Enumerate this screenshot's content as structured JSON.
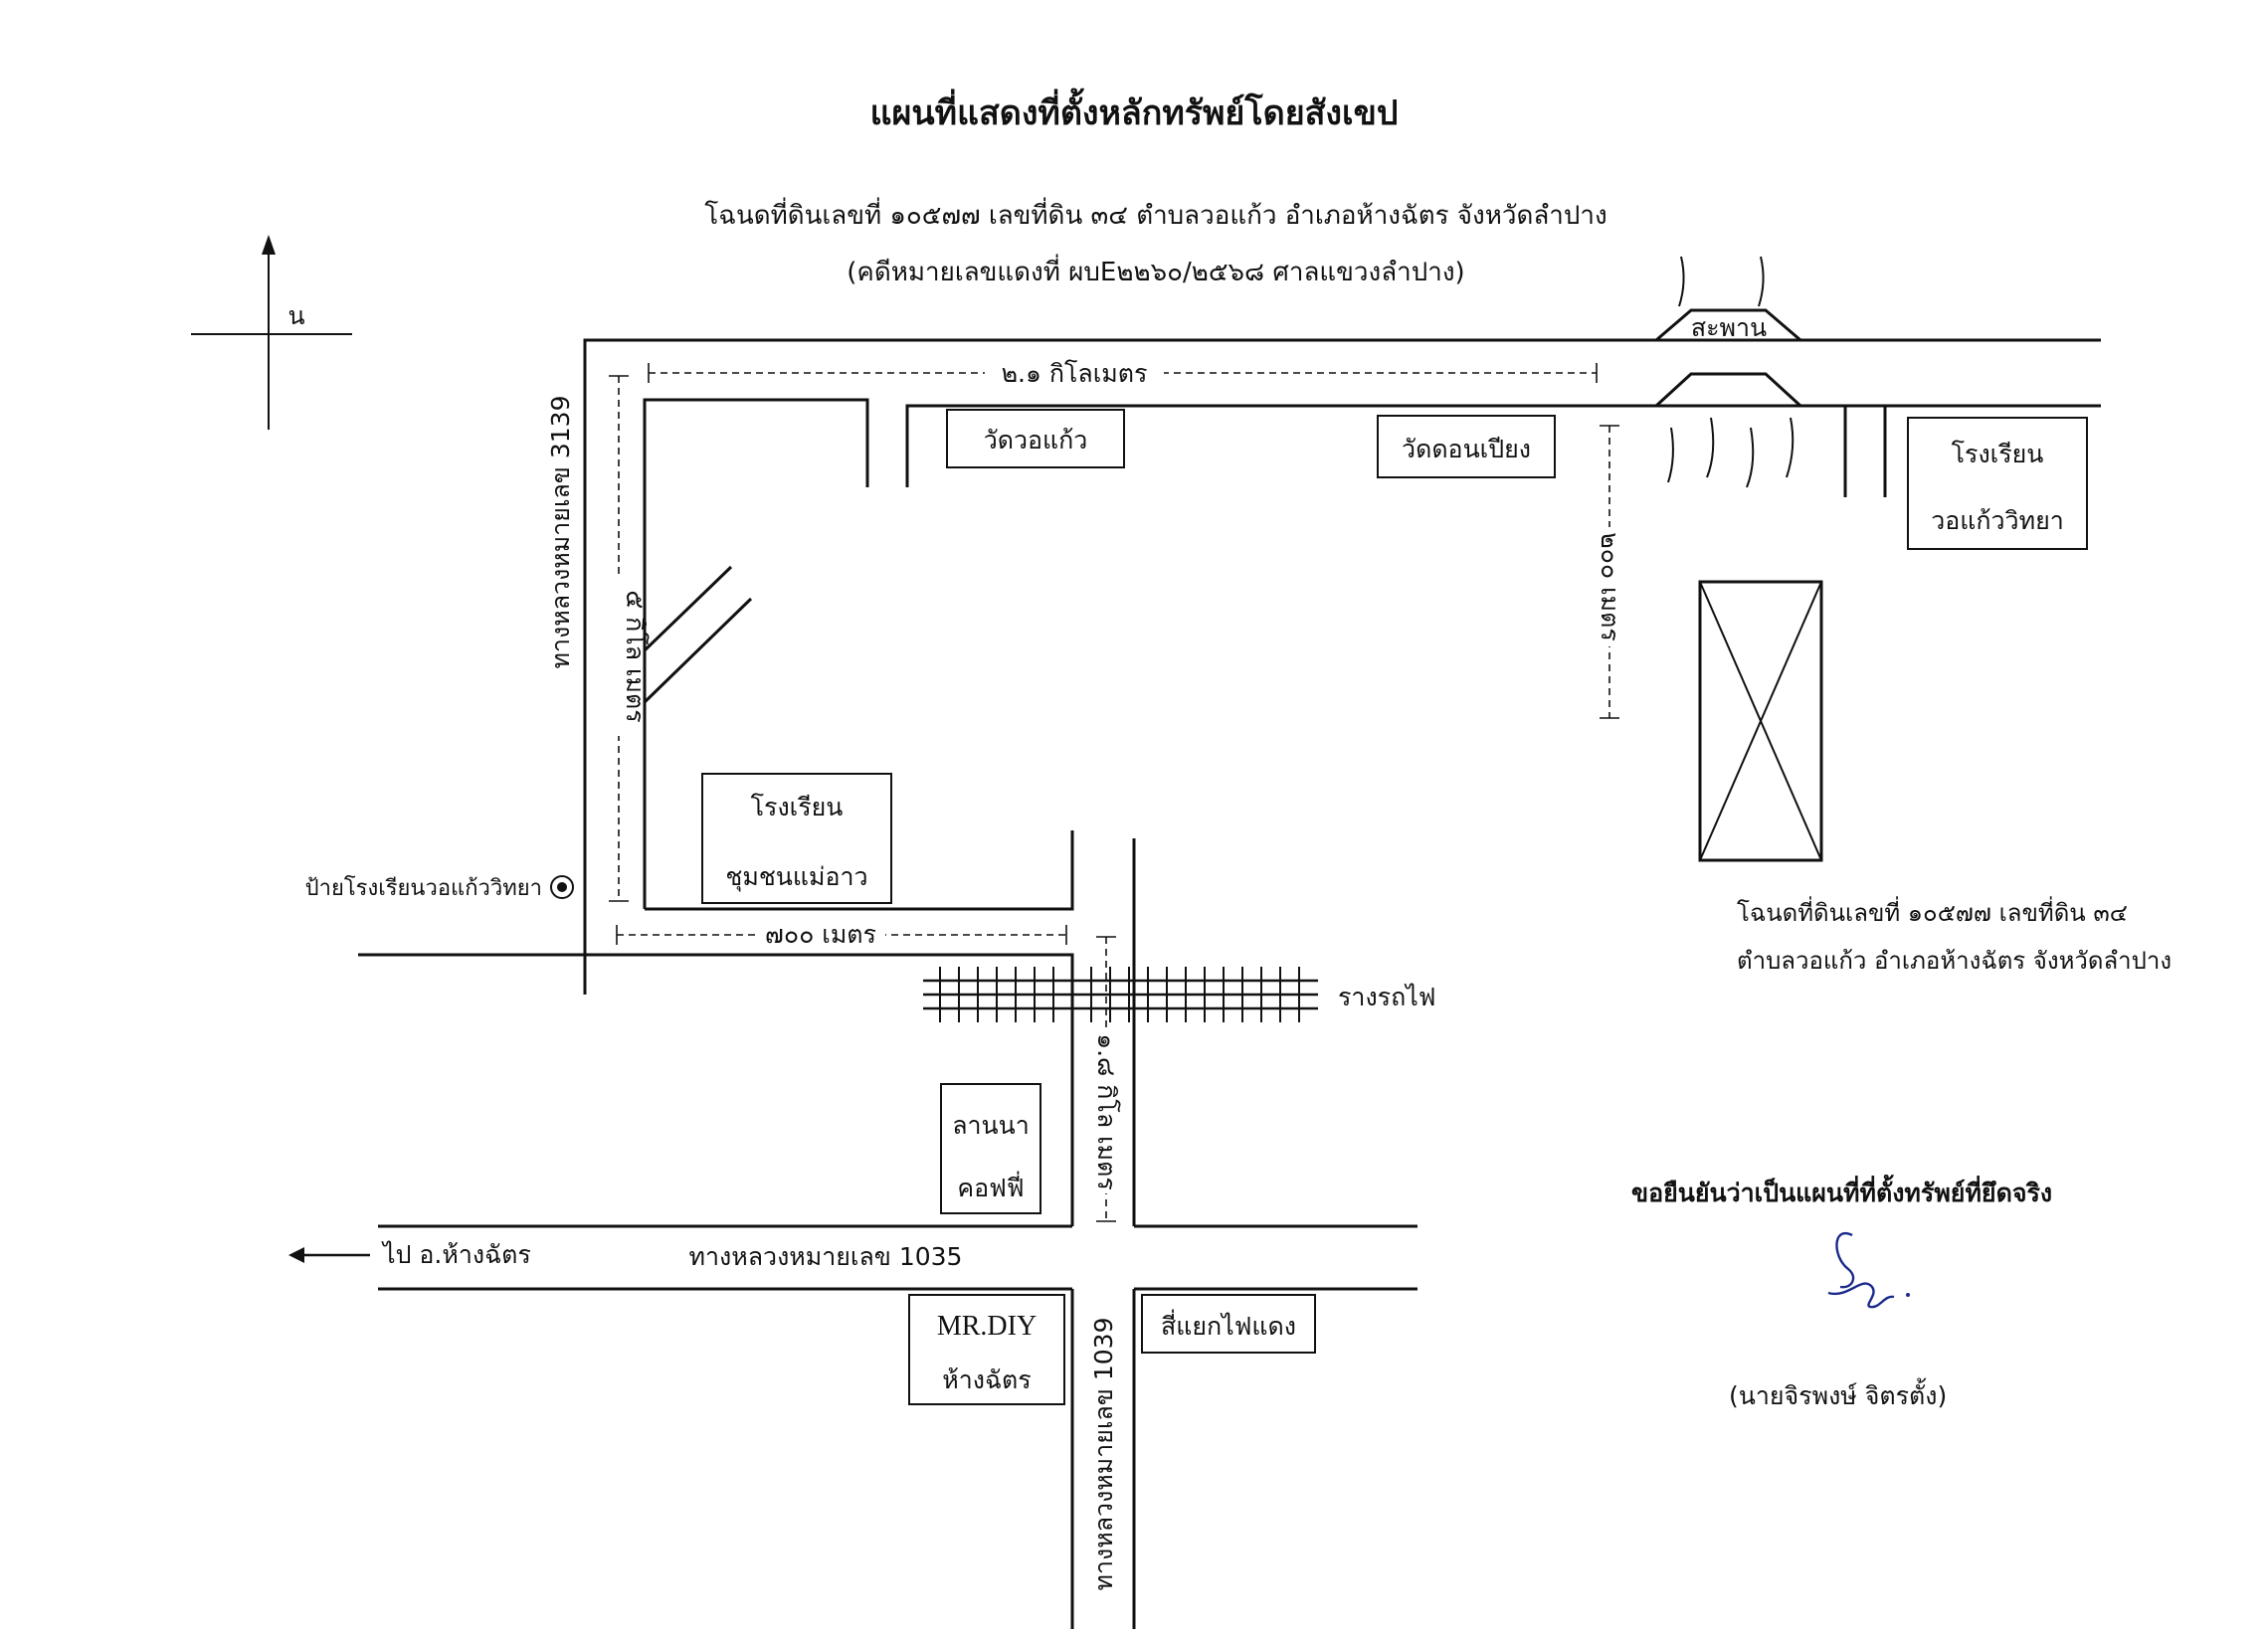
{
  "title": "แผนที่แสดงที่ตั้งหลักทรัพย์โดยสังเขป",
  "subtitle": {
    "line1": "โฉนดที่ดินเลขที่ ๑๐๕๗๗ เลขที่ดิน ๓๔  ตำบลวอแก้ว  อำเภอห้างฉัตร  จังหวัดลำปาง",
    "line2": "(คดีหมายเลขแดงที่ ผบE๒๒๖๐/๒๕๖๘ ศาลแขวงลำปาง)"
  },
  "compass": {
    "north_label": "น"
  },
  "distances": {
    "top": "๒.๑ กิโลเมตร",
    "left": "๕ กิโล เมตร",
    "bottom": "๗๐๐ เมตร",
    "right": "๒๐๐ เมตร",
    "south": "๑.๘ กิโล เมตร"
  },
  "roads": {
    "left": "ทางหลวงหมายเลข 3139",
    "main": "ทางหลวงหมายเลข 1035",
    "south": "ทางหลวงหมายเลข 1039"
  },
  "landmarks": {
    "bridge": "สะพาน",
    "wat_wokaeo": "วัดวอแก้ว",
    "wat_donpiang": "วัดดอนเปียง",
    "school_wokaeo_line1": "โรงเรียน",
    "school_wokaeo_line2": "วอแก้ววิทยา",
    "school_maeao_line1": "โรงเรียน",
    "school_maeao_line2": "ชุมชนแม่อาว",
    "sign": "ป้ายโรงเรียนวอแก้ววิทยา",
    "railway": "รางรถไฟ",
    "lanna_line1": "ลานนา",
    "lanna_line2": "คอฟฟี่",
    "mrdiy_line1": "MR.DIY",
    "mrdiy_line2": "ห้างฉัตร",
    "traffic_light": "สี่แยกไฟแดง",
    "to_hangchat": "ไป อ.ห้างฉัตร"
  },
  "property": {
    "line1": "โฉนดที่ดินเลขที่ ๑๐๕๗๗ เลขที่ดิน ๓๔",
    "line2": "ตำบลวอแก้ว  อำเภอห้างฉัตร  จังหวัดลำปาง"
  },
  "certification": {
    "statement": "ขอยืนยันว่าเป็นแผนที่ที่ตั้งทรัพย์ที่ยึดจริง",
    "signature_text": "จิร",
    "name": "(นายจิรพงษ์  จิตรตั้ง)"
  }
}
